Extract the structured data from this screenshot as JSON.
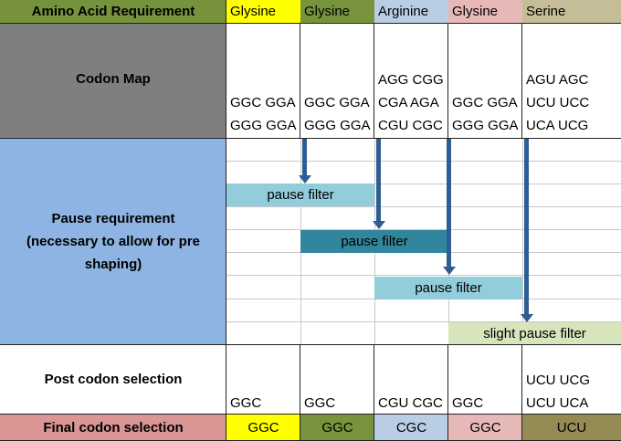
{
  "header": {
    "label": "Amino Acid Requirement",
    "columns": [
      "Glysine",
      "Glysine",
      "Arginine",
      "Glysine",
      "Serine"
    ]
  },
  "codon_map": {
    "label": "Codon Map",
    "columns": [
      [
        "",
        "GGC GGA",
        "GGG GGA"
      ],
      [
        "",
        "GGC GGA",
        "GGG GGA"
      ],
      [
        "AGG CGG",
        "CGA AGA",
        "CGU CGC"
      ],
      [
        "",
        "GGC GGA",
        "GGG GGA"
      ],
      [
        "AGU AGC",
        "UCU UCC",
        "UCA UCG"
      ]
    ]
  },
  "pause": {
    "label_lines": [
      "Pause requirement",
      "(necessary to allow for pre",
      "shaping)"
    ],
    "filters": [
      "pause filter",
      "pause filter",
      "pause filter",
      "slight pause filter"
    ]
  },
  "post_selection": {
    "label": "Post codon selection",
    "columns": [
      [
        "",
        "GGC"
      ],
      [
        "",
        "GGC"
      ],
      [
        "",
        "CGU CGC"
      ],
      [
        "",
        "GGC"
      ],
      [
        "UCU UCG",
        "UCU UCA"
      ]
    ]
  },
  "final_selection": {
    "label": "Final codon selection",
    "values": [
      "GGC",
      "GGC",
      "CGC",
      "GGC",
      "UCU"
    ]
  },
  "colors": {
    "header_label_bg": "#76923c",
    "glysine1_bg": "#ffff00",
    "glysine2_bg": "#77933c",
    "arginine_bg": "#b9cde5",
    "glysine3_bg": "#e6b9b8",
    "serine_bg": "#c4bd97",
    "codon_label_bg": "#7f7f7f",
    "pause_label_bg": "#8db4e2",
    "final_label_bg": "#da9694",
    "serine_final_bg": "#948a54",
    "filter1_bg": "#92cddc",
    "filter2_bg": "#31859c",
    "filter3_bg": "#92cddc",
    "filter4_bg": "#d7e4bc",
    "arrow": "#2e5d92"
  }
}
